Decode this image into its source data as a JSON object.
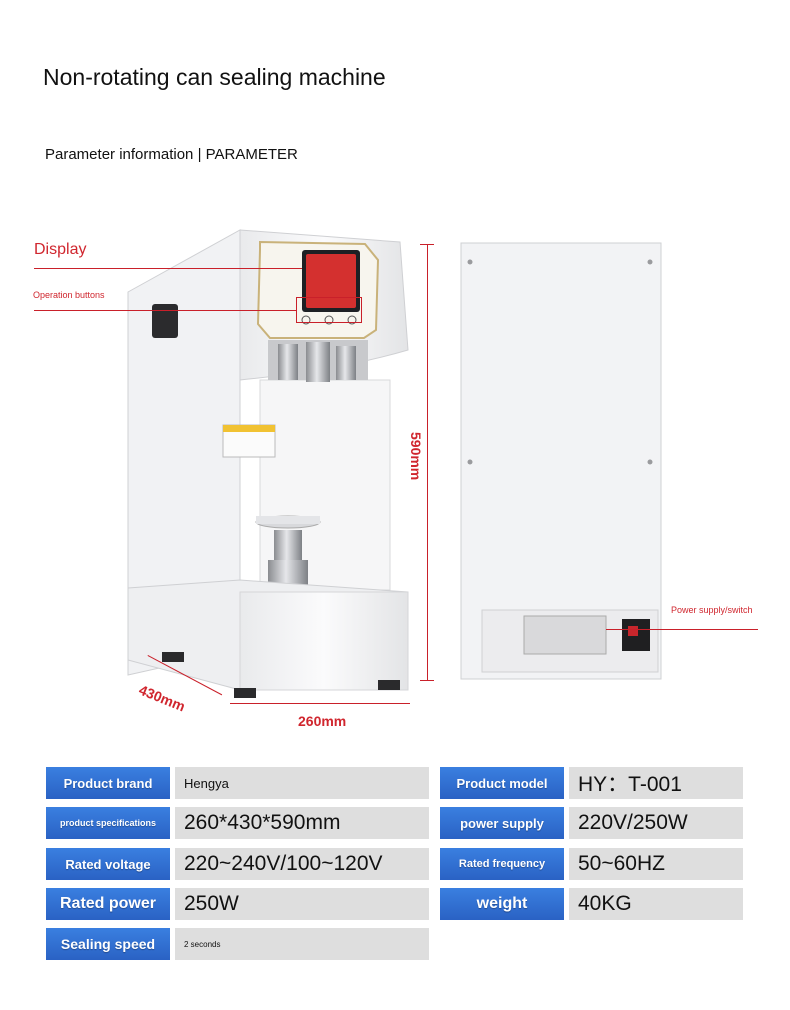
{
  "page": {
    "title": "Non-rotating can sealing machine",
    "subtitle": "Parameter information | PARAMETER"
  },
  "callouts": {
    "display": "Display",
    "operation_buttons": "Operation buttons",
    "power_switch": "Power supply/switch"
  },
  "dimensions": {
    "height": "590mm",
    "depth": "430mm",
    "width": "260mm"
  },
  "specs": [
    {
      "label": "Product brand",
      "value": "Hengya"
    },
    {
      "label": "Product model",
      "value": "HY：T-001"
    },
    {
      "label": "product specifications",
      "value": "260*430*590mm"
    },
    {
      "label": "power supply",
      "value": "220V/250W"
    },
    {
      "label": "Rated voltage",
      "value": "220~240V/100~120V"
    },
    {
      "label": "Rated frequency",
      "value": "50~60HZ"
    },
    {
      "label": "Rated power",
      "value": "250W"
    },
    {
      "label": "weight",
      "value": "40KG"
    },
    {
      "label": "Sealing speed",
      "value": "2 seconds"
    }
  ],
  "colors": {
    "accent_red": "#d0262e",
    "label_blue": "#2f6fd2",
    "value_gray": "#dedede"
  }
}
